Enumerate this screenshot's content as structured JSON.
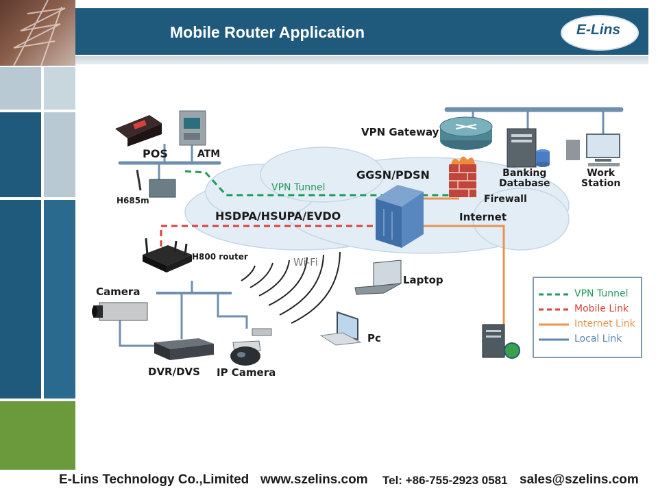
{
  "header": {
    "title": "Mobile Router Application",
    "logo": "E-Lins"
  },
  "footer": {
    "company": "E-Lins Technology Co.,Limited",
    "website": "www.szelins.com",
    "phone": "Tel: +86-755-2923 0581",
    "email": "sales@szelins.com"
  },
  "diagram": {
    "labels": {
      "pos": "POS",
      "atm": "ATM",
      "h685m": "H685m",
      "vpn_tunnel_path": "VPN Tunnel",
      "ggsn": "GGSN/PDSN",
      "vpn_gateway": "VPN Gateway",
      "banking_database": "Banking\nDatabase",
      "work_station": "Work\nStation",
      "firewall": "Firewall",
      "internet": "Internet",
      "hsdpa": "HSDPA/HSUPA/EVDO",
      "h800_router": "H800 router",
      "wifi": "Wi-Fi",
      "laptop": "Laptop",
      "camera": "Camera",
      "pc": "Pc",
      "dvr_dvs": "DVR/DVS",
      "ip_camera": "IP Camera"
    },
    "legend": [
      {
        "label": "VPN Tunnel",
        "color": "#1f9a5a",
        "style": "dashed"
      },
      {
        "label": "Mobile Link",
        "color": "#d9413c",
        "style": "dashed"
      },
      {
        "label": "Internet Link",
        "color": "#e8934e",
        "style": "solid"
      },
      {
        "label": "Local Link",
        "color": "#5b84b1",
        "style": "solid"
      }
    ]
  },
  "colors": {
    "header": "#1f5a7c",
    "vpn": "#1f9a5a",
    "mobile": "#d9413c",
    "internet": "#e8934e",
    "local": "#5b84b1"
  }
}
